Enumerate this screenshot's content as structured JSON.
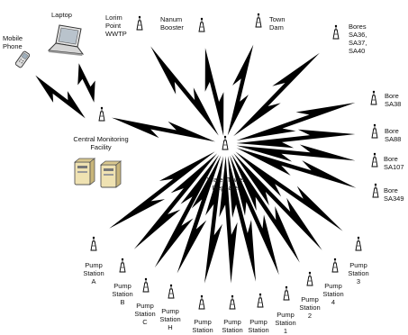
{
  "hub": {
    "label": "Water Tower\nRepeater"
  },
  "central": {
    "label": "Central Monitoring\nFacility"
  },
  "laptop": {
    "label": "Laptop"
  },
  "phone": {
    "label": "Mobile\nPhone"
  },
  "top_sites": [
    {
      "label": "Lorim\nPoint\nWWTP"
    },
    {
      "label": "Nanum\nBooster"
    },
    {
      "label": "Town\nDam"
    },
    {
      "label": "Bores\nSA36,\nSA37,\nSA40"
    }
  ],
  "bores": [
    {
      "label": "Bore\nSA38"
    },
    {
      "label": "Bore\nSA88"
    },
    {
      "label": "Bore\nSA107"
    },
    {
      "label": "Bore\nSA349"
    }
  ],
  "pump_stations": [
    {
      "label": "Pump\nStation\nA"
    },
    {
      "label": "Pump\nStation\nB"
    },
    {
      "label": "Pump\nStation\nC"
    },
    {
      "label": "Pump\nStation\nH"
    },
    {
      "label": "Pump\nStation"
    },
    {
      "label": "Pump\nStation"
    },
    {
      "label": "Pump\nStation"
    },
    {
      "label": "Pump\nStation\n1"
    },
    {
      "label": "Pump\nStation\n2"
    },
    {
      "label": "Pump\nStation\n4"
    },
    {
      "label": "Pump\nStation\n3"
    }
  ]
}
